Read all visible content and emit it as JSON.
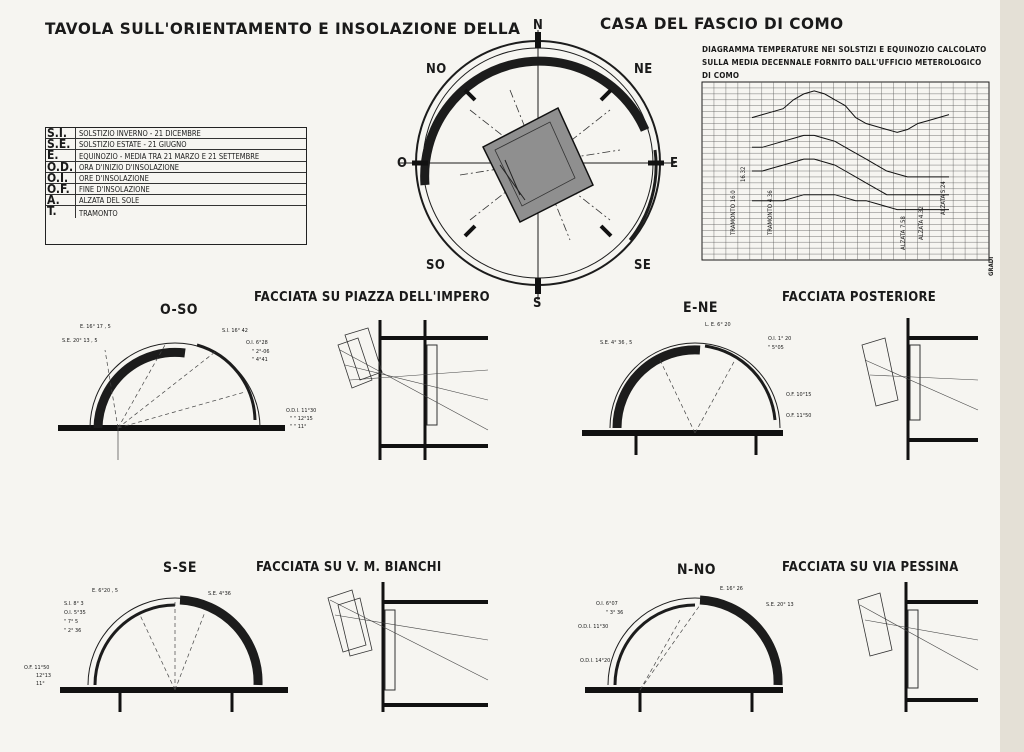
{
  "header": {
    "title_left": "TAVOLA SULL'ORIENTAMENTO E INSOLAZIONE DELLA",
    "title_right": "CASA DEL FASCIO DI COMO"
  },
  "legend": [
    {
      "code": "S.I.",
      "text": "SOLSTIZIO INVERNO - 21 DICEMBRE"
    },
    {
      "code": "S.E.",
      "text": "SOLSTIZIO ESTATE - 21 GIUGNO"
    },
    {
      "code": "E.",
      "text": "EQUINOZIO - MEDIA TRA 21 MARZO E 21 SETTEMBRE"
    },
    {
      "code": "O.D.",
      "text": "ORA D'INIZIO D'INSOLAZIONE"
    },
    {
      "code": "O.I.",
      "text": "ORE D'INSOLAZIONE"
    },
    {
      "code": "O.F.",
      "text": "FINE D'INSOLAZIONE"
    },
    {
      "code": "A.",
      "text": "ALZATA DEL SOLE"
    },
    {
      "code": "T.",
      "text": "TRAMONTO"
    }
  ],
  "compass": {
    "N": "N",
    "S": "S",
    "E": "E",
    "O": "O",
    "NO": "NO",
    "NE": "NE",
    "SO": "SO",
    "SE": "SE"
  },
  "chart": {
    "title_lines": [
      "DIAGRAMMA TEMPERATURE NEI SOLSTIZI E EQUINOZIO CALCOLATO",
      "SULLA MEDIA DECENNALE FORNITO DALL'UFFICIO METEROLOGICO",
      "DI COMO"
    ],
    "unit_label": "GRADI",
    "annotations": [
      "TRAMONTO 16.0",
      "16.32",
      "TRAMONTO 4.36",
      "ALZATA 7.58",
      "ALZATA 4.32",
      "ALZATA 5.24"
    ]
  },
  "chart_data": {
    "type": "line",
    "series": [
      {
        "values": [
          24,
          24.5,
          25,
          25.5,
          27,
          28,
          28.5,
          28,
          27,
          26,
          24,
          23,
          22.5,
          22,
          21.5,
          22,
          23,
          23.5,
          24,
          24.5
        ]
      },
      {
        "values": [
          19,
          19,
          19.5,
          20,
          20.5,
          21,
          21,
          20.5,
          20,
          19,
          18,
          17,
          16,
          15,
          14.5,
          14,
          14,
          14,
          14,
          14
        ]
      },
      {
        "values": [
          15,
          15,
          15.5,
          16,
          16.5,
          17,
          17,
          16.5,
          16,
          15,
          14,
          13,
          12,
          11,
          11,
          11,
          11,
          11,
          11,
          11
        ]
      },
      {
        "values": [
          10,
          10,
          10,
          10,
          10.5,
          11,
          11,
          11,
          11,
          10.5,
          10,
          10,
          9.5,
          9,
          8.5,
          8.5,
          8.5,
          8.5,
          8.5,
          8.5
        ]
      }
    ]
  },
  "sections": {
    "oso": {
      "orientation": "O-SO",
      "title": "FACCIATA SU PIAZZA DELL'IMPERO",
      "labels": [
        "E. 16° 17 , 5",
        "S.I. 16° 42",
        "S.E. 20° 13 , 5",
        "O.I. 6°28",
        "\" 2°-06",
        "\" 4°41",
        "O.D.I. 11°30",
        "\" \" 12°15",
        "\" \" 11°"
      ]
    },
    "ene": {
      "orientation": "E-NE",
      "title": "FACCIATA POSTERIORE",
      "labels": [
        "S.E. 4° 36 , 5",
        "L. E. 6° 20",
        "O.I. 1° 20",
        "\" 5°05",
        "O.F. 10°15",
        "O.F. 11°50"
      ]
    },
    "sse": {
      "orientation": "S-SE",
      "title": "FACCIATA SU V. M. BIANCHI",
      "labels": [
        "E. 6°20 , 5",
        "S.E. 4°36",
        "S.I. 8° 3",
        "O.I. 5°35",
        "\" 7° 5",
        "\" 2° 36",
        "O.F. 11°50",
        "12°13",
        "11°"
      ]
    },
    "nno": {
      "orientation": "N-NO",
      "title": "FACCIATA SU VIA PESSINA",
      "labels": [
        "E. 16° 26",
        "O.I. 6°07",
        "\" 3° 36",
        "S.E. 20° 13",
        "O.D.I. 11°30",
        "O.D.I. 14°20"
      ]
    }
  }
}
